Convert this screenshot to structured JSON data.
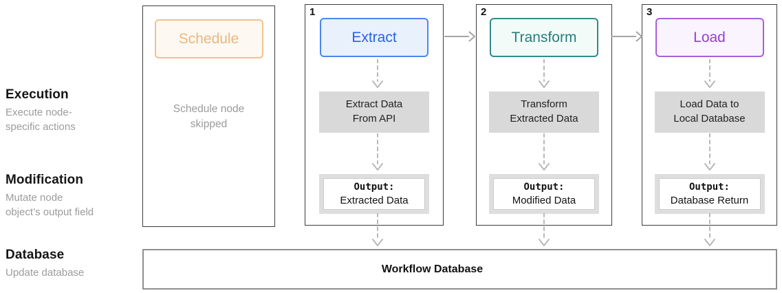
{
  "row_labels": [
    {
      "title": "Execution",
      "subtitle": "Execute node-\nspecific actions"
    },
    {
      "title": "Modification",
      "subtitle": "Mutate node\nobject’s output field"
    },
    {
      "title": "Database",
      "subtitle": "Update database"
    }
  ],
  "nodes": {
    "schedule": {
      "label": "Schedule",
      "status_note": "Schedule node\nskipped",
      "border_color": "#f0c28e",
      "background": "#fdf8f1",
      "text_color": "#eab77f"
    },
    "extract": {
      "step_number": "1",
      "label": "Extract",
      "execution_action": "Extract Data\nFrom API",
      "output_prefix": "Output:",
      "output_value": "Extracted Data",
      "border_color": "#4c86ee",
      "background": "#e9f1fd",
      "text_color": "#2563e8"
    },
    "transform": {
      "step_number": "2",
      "label": "Transform",
      "execution_action": "Transform\nExtracted Data",
      "output_prefix": "Output:",
      "output_value": "Modified Data",
      "border_color": "#2e8c89",
      "background": "#f3fbf9",
      "text_color": "#257d7a"
    },
    "load": {
      "step_number": "3",
      "label": "Load",
      "execution_action": "Load Data to\nLocal Database",
      "output_prefix": "Output:",
      "output_value": "Database Return",
      "border_color": "#a660d8",
      "background": "#faf4fe",
      "text_color": "#9240d0"
    }
  },
  "database_bar": {
    "label": "Workflow Database"
  }
}
